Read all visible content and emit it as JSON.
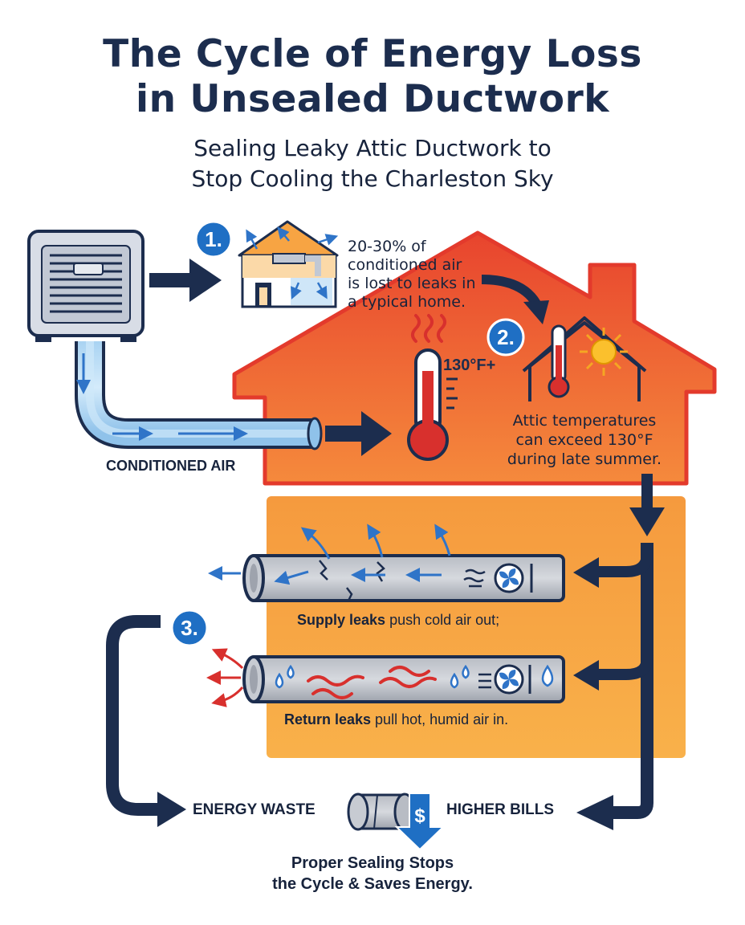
{
  "title": {
    "line1": "The Cycle of Energy Loss",
    "line2": "in Unsealed Ductwork"
  },
  "subtitle": {
    "line1": "Sealing Leaky Attic Ductwork to",
    "line2": "Stop Cooling the Charleston Sky"
  },
  "steps": [
    {
      "number": "1.",
      "text_lines": [
        "20-30% of",
        "conditioned air",
        "is lost to leaks in",
        "a typical home."
      ]
    },
    {
      "number": "2.",
      "text_lines": [
        "Attic temperatures",
        "can exceed 130°F",
        "during late summer."
      ],
      "temp_label": "130°F+"
    },
    {
      "number": "3.",
      "supply_bold": "Supply leaks",
      "supply_rest": " push cold air out;",
      "return_bold": "Return leaks",
      "return_rest": " pull hot, humid air in."
    }
  ],
  "labels": {
    "conditioned_air": "CONDITIONED AIR",
    "energy_waste": "ENERGY WASTE",
    "higher_bills": "HIGHER BILLS",
    "dollar": "$",
    "footer_line1": "Proper Sealing Stops",
    "footer_line2": "the Cycle & Saves Energy."
  },
  "colors": {
    "navy": "#1c2d4e",
    "step_badge": "#1f6fc4",
    "attic_orange": "#f26a32",
    "house_outline": "#e33a2c",
    "lower_orange": "#f7a443",
    "leak_red": "#d8302d",
    "air_blue": "#2f74c8"
  },
  "icons": [
    "ac-unit-icon",
    "house-leak-icon",
    "thermometer-icon",
    "heat-waves-icon",
    "attic-sun-icon",
    "fan-icon",
    "water-drop-icon",
    "duct-roll-icon",
    "dollar-icon"
  ]
}
